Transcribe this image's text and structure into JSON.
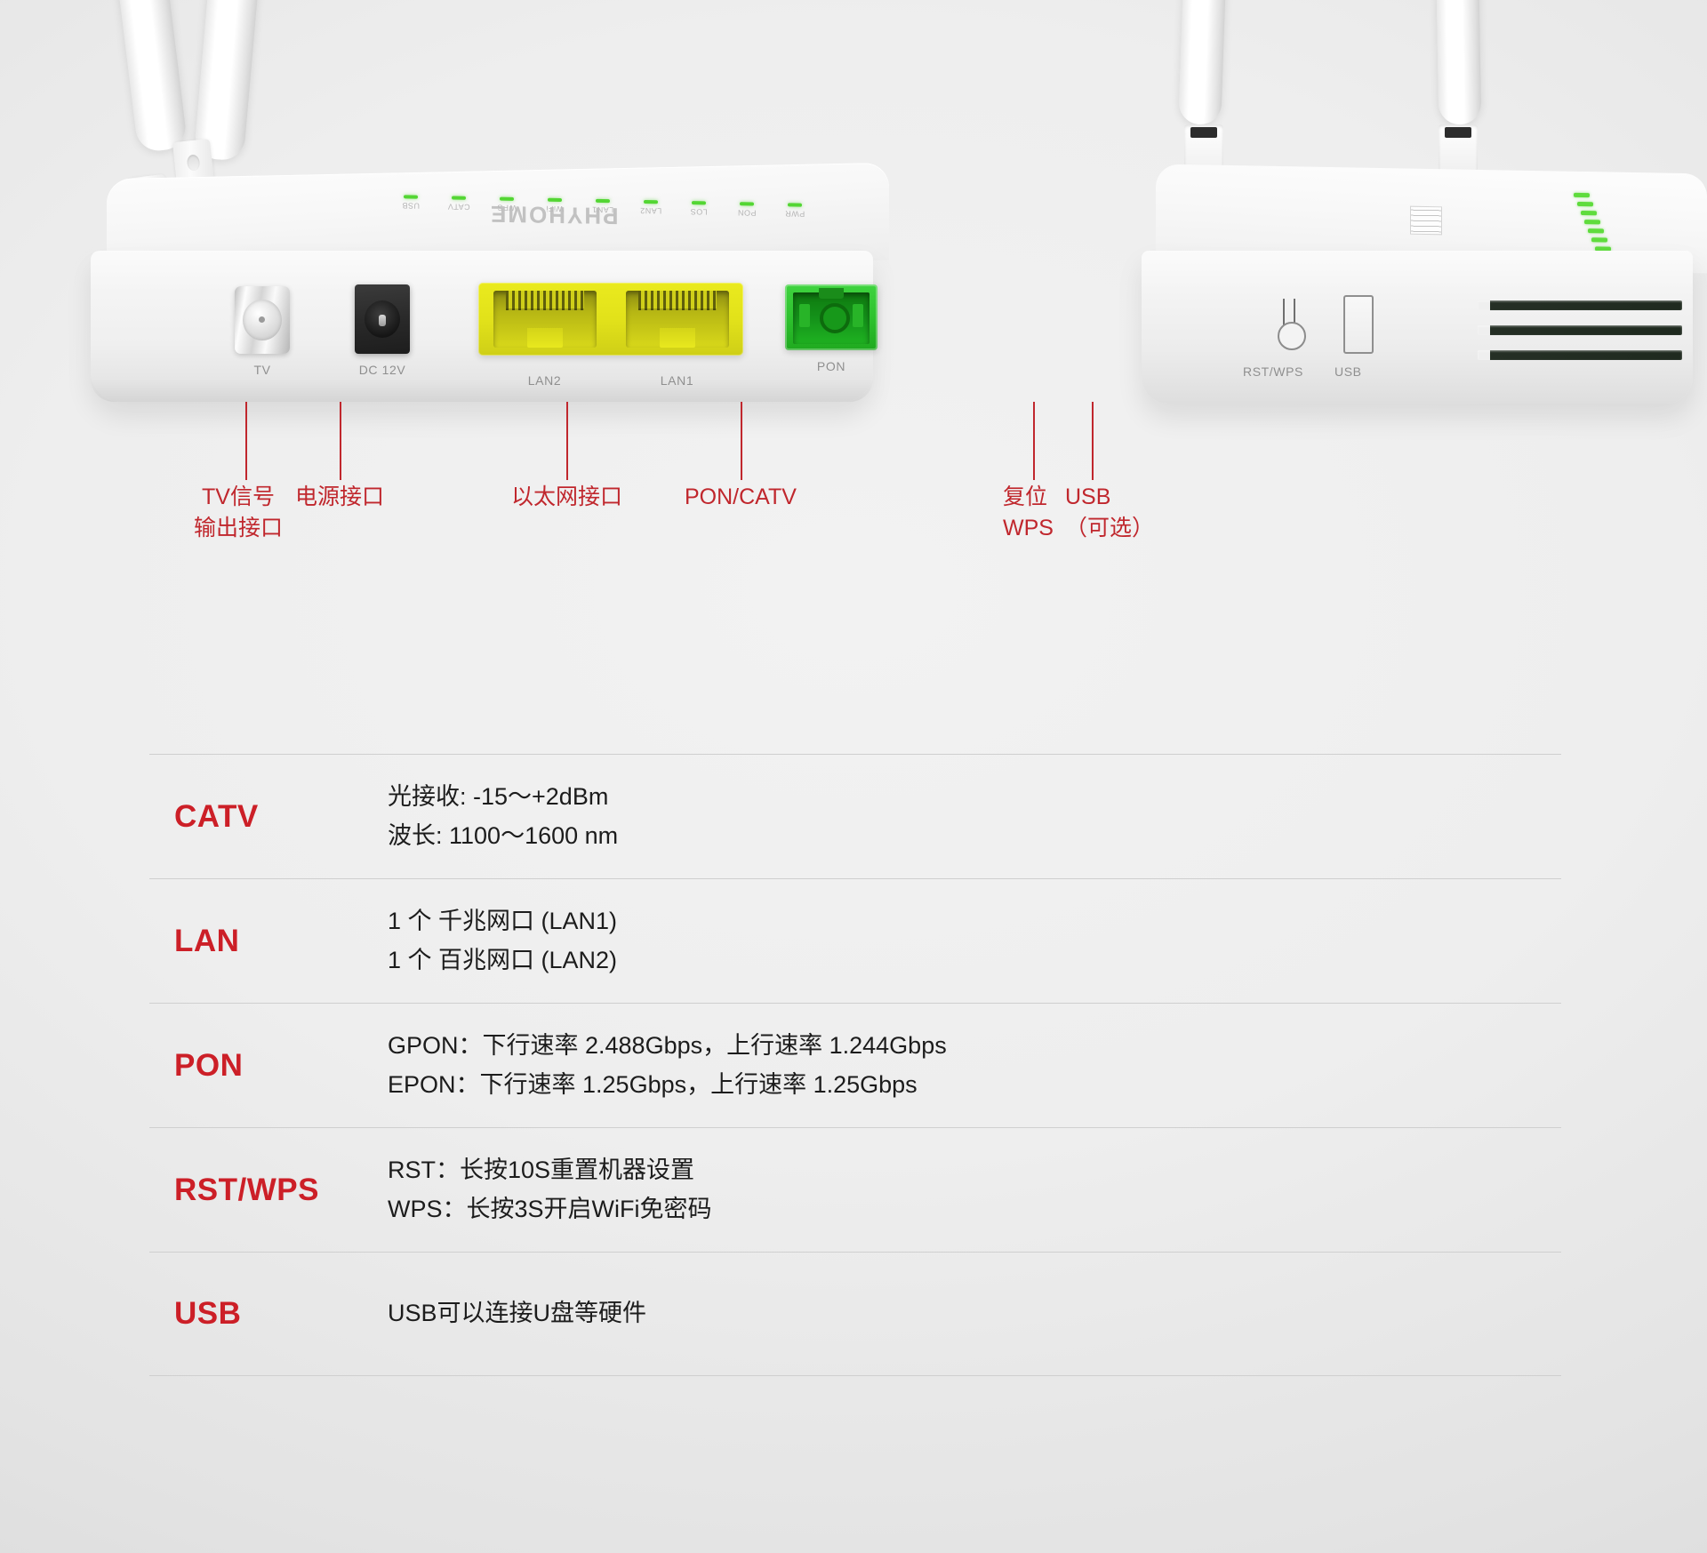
{
  "product": {
    "brand": "PHYHOME",
    "left_device": {
      "led_indicators": [
        {
          "label": "PWR"
        },
        {
          "label": "PON"
        },
        {
          "label": "LOS"
        },
        {
          "label": "LAN2"
        },
        {
          "label": "LAN1"
        },
        {
          "label": "WiFi"
        },
        {
          "label": "WPS"
        },
        {
          "label": "CATV"
        },
        {
          "label": "USB"
        }
      ],
      "port_captions": {
        "tv": "TV",
        "dc": "DC 12V",
        "lan2": "LAN2",
        "lan1": "LAN1",
        "pon": "PON"
      }
    },
    "right_device": {
      "captions": {
        "rst_wps": "RST/WPS",
        "usb": "USB"
      }
    }
  },
  "callouts": [
    {
      "id": "tv-signal-output",
      "text": "TV信号\n输出接口"
    },
    {
      "id": "power-port",
      "text": "电源接口"
    },
    {
      "id": "ethernet-port",
      "text": "以太网接口"
    },
    {
      "id": "pon-catv-port",
      "text": "PON/CATV"
    },
    {
      "id": "reset-wps",
      "text": "复位\nWPS"
    },
    {
      "id": "usb-optional",
      "text": "USB\n（可选）"
    }
  ],
  "spec_table": {
    "rows": [
      {
        "key": "CATV",
        "values": [
          "光接收: -15～+2dBm",
          "波长: 1100～1600 nm"
        ]
      },
      {
        "key": "LAN",
        "values": [
          "1 个 千兆网口 (LAN1)",
          "1 个 百兆网口 (LAN2)"
        ]
      },
      {
        "key": "PON",
        "values": [
          "GPON：下行速率 2.488Gbps，上行速率 1.244Gbps",
          "EPON：下行速率 1.25Gbps，上行速率 1.25Gbps"
        ]
      },
      {
        "key": "RST/WPS",
        "values": [
          "RST：长按10S重置机器设置",
          "WPS：长按3S开启WiFi免密码"
        ]
      },
      {
        "key": "USB",
        "values": [
          "USB可以连接U盘等硬件"
        ]
      }
    ]
  },
  "colors": {
    "accent_red": "#c0272d",
    "key_red": "#cc1f27",
    "lan_yellow": "#e2e21a",
    "pon_green": "#2cc02c",
    "led_green": "#53d633"
  }
}
